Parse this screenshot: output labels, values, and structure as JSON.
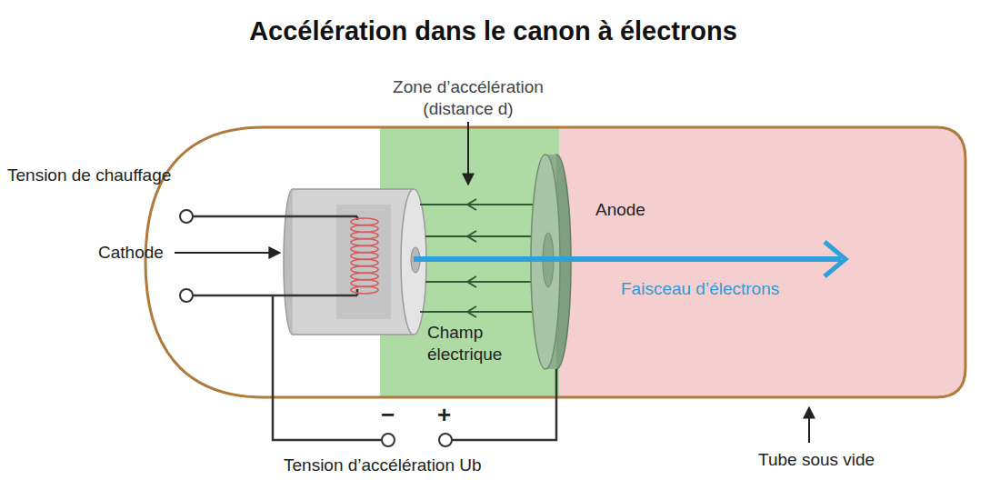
{
  "diagram": {
    "title": "Accélération dans le canon à électrons",
    "labels": [
      "Zone d’accélération (distance d)",
      "Tension de chauffage",
      "Cathode",
      "Anode",
      "Champ électrique",
      "Faisceau d’électrons",
      "−",
      "+",
      "Tension d’accélération Ub",
      "Tube sous vide"
    ]
  }
}
